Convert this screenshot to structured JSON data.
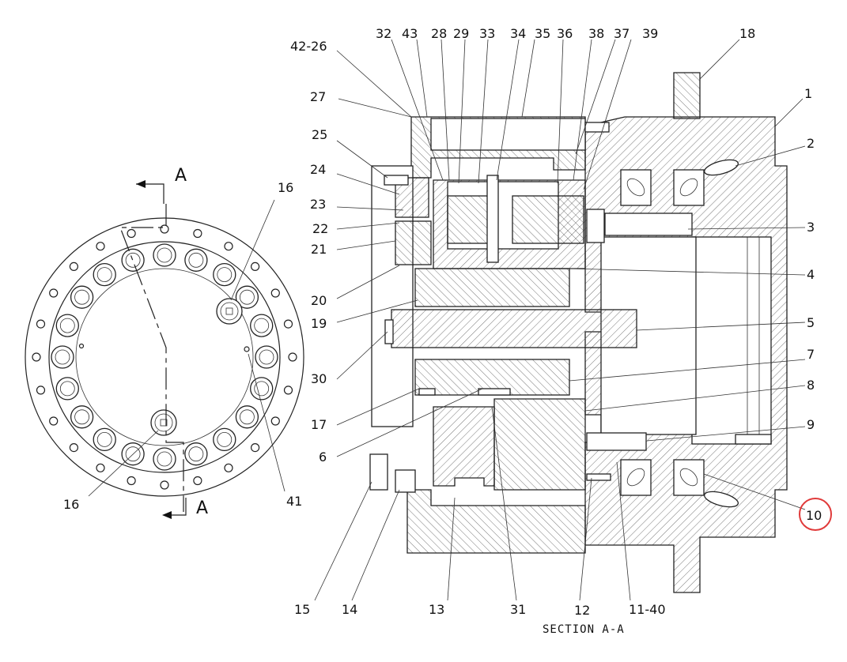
{
  "drawing": {
    "caption": "SECTION A-A",
    "section_marks": [
      "A",
      "A"
    ],
    "highlight_color": "#e03a3a",
    "highlighted_label": "10",
    "labels": {
      "l42_26": "42-26",
      "l32": "32",
      "l43": "43",
      "l28": "28",
      "l29": "29",
      "l33": "33",
      "l34": "34",
      "l35": "35",
      "l36": "36",
      "l38": "38",
      "l37": "37",
      "l39": "39",
      "l18": "18",
      "l27": "27",
      "l1": "1",
      "l25": "25",
      "l2": "2",
      "l24": "24",
      "l23": "23",
      "l22": "22",
      "l21": "21",
      "l3": "3",
      "l20": "20",
      "l4": "4",
      "l19": "19",
      "l5": "5",
      "l30": "30",
      "l7": "7",
      "l8": "8",
      "l17": "17",
      "l9": "9",
      "l6": "6",
      "l10": "10",
      "l15": "15",
      "l14": "14",
      "l13": "13",
      "l31": "31",
      "l12": "12",
      "l11_40": "11-40",
      "l16a": "16",
      "l16b": "16",
      "l41": "41"
    }
  }
}
